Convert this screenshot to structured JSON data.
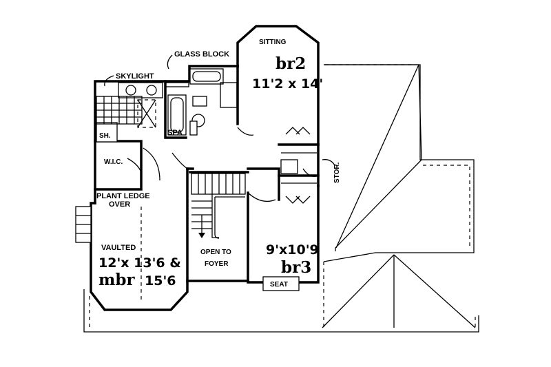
{
  "labels": {
    "sitting": "SITTING",
    "glass_block": "GLASS BLOCK",
    "skylight": "SKYLIGHT",
    "br2_name": "br2",
    "br2_dim": "11'2 x 14'",
    "spa": "SPA",
    "shower": "SH.",
    "wic": "W.I.C.",
    "plant_ledge_1": "PLANT LEDGE",
    "plant_ledge_2": "OVER",
    "stor": "STOR.",
    "vaulted": "VAULTED",
    "mbr_dim_1": "12'x 13'6 &",
    "mbr_name": "mbr",
    "mbr_dim_2": "15'6",
    "open_to_1": "OPEN TO",
    "open_to_2": "FOYER",
    "br3_dim": "9'x10'9",
    "br3_name": "br3",
    "seat": "SEAT"
  }
}
